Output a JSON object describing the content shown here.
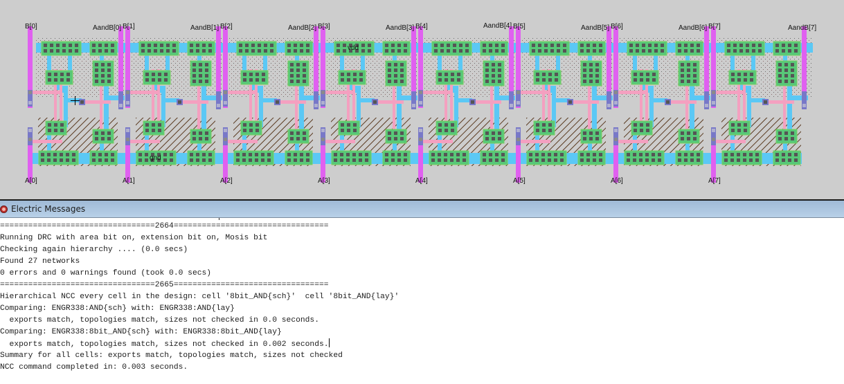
{
  "layout": {
    "cell_name": "8bit_AND{lay}",
    "cells": [
      {
        "b_label": "B[0]",
        "a_label": "A[0]",
        "out_label": "AandB[0]"
      },
      {
        "b_label": "B[1]",
        "a_label": "A[1]",
        "out_label": "AandB[1]"
      },
      {
        "b_label": "B[2]",
        "a_label": "A[2]",
        "out_label": "AandB[2]"
      },
      {
        "b_label": "B[3]",
        "a_label": "A[3]",
        "out_label": "AandB[3]"
      },
      {
        "b_label": "B[4]",
        "a_label": "A[4]",
        "out_label": "AandB[4]"
      },
      {
        "b_label": "B[5]",
        "a_label": "A[5]",
        "out_label": "AandB[5]"
      },
      {
        "b_label": "B[6]",
        "a_label": "A[6]",
        "out_label": "AandB[6]"
      },
      {
        "b_label": "B[7]",
        "a_label": "A[7]",
        "out_label": "AandB[7]"
      }
    ],
    "vdd_label": "vdd",
    "gnd_label": "gnd",
    "colors": {
      "background": "#cdcdcd",
      "metal1": "#5bc8f5",
      "metal2": "#e060f0",
      "poly": "#f4a0c0",
      "active": "#58c878",
      "contact": "#555555",
      "via": "#7878c8"
    }
  },
  "messages_window": {
    "title": "Electric Messages",
    "lines": [
      "=================================2664=================================",
      "Running DRC with area bit on, extension bit on, Mosis bit",
      "Checking again hierarchy .... (0.0 secs)",
      "Found 27 networks",
      "0 errors and 0 warnings found (took 0.0 secs)",
      "=================================2665=================================",
      "Hierarchical NCC every cell in the design: cell '8bit_AND{sch}'  cell '8bit_AND{lay}'",
      "Comparing: ENGR338:AND{sch} with: ENGR338:AND{lay}",
      "  exports match, topologies match, sizes not checked in 0.0 seconds.",
      "Comparing: ENGR338:8bit_AND{sch} with: ENGR338:8bit_AND{lay}",
      "  exports match, topologies match, sizes not checked in 0.002 seconds.",
      "Summary for all cells: exports match, topologies match, sizes not checked",
      "NCC command completed in: 0.003 seconds."
    ]
  }
}
